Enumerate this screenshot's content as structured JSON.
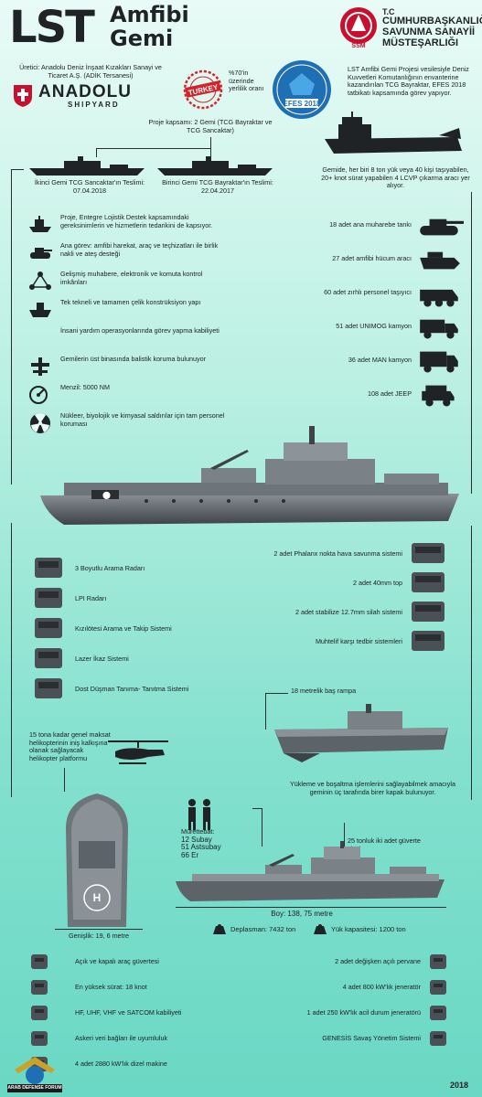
{
  "header": {
    "title_main": "LST",
    "title_line1": "Amfibi",
    "title_line2": "Gemi",
    "ssm_tc": "T.C",
    "ssm_line1": "CUMHURBAŞKANLIĞI",
    "ssm_line2": "SAVUNMA SANAYİİ",
    "ssm_line3": "MÜSTEŞARLIĞI",
    "ssm_logo_text": "SSM"
  },
  "intro": {
    "producer": "Üretici: Anadolu Deniz İnşaat Kızakları Sanayi ve Ticaret A.Ş. (ADİK Tersanesi)",
    "anadolu_logo": "ANADOLU",
    "anadolu_sub": "SHIPYARD",
    "turkey_stamp": "TURKEY",
    "local_share": "%70'in üzerinde yerlilik oranı",
    "efes_badge": "EFES 2018",
    "efes_text": "LST Amfibi Gemi Projesi vesilesiyle Deniz Kuvvetleri Komutanlığının envanterine kazandırılan TCG Bayraktar, EFES 2018 tatbikatı kapsamında görev yapıyor.",
    "project_scope": "Proje kapsamı: 2 Gemi (TCG Bayraktar ve TCG Sancaktar)",
    "second_ship": "İkinci Gemi TCG Sancaktar'ın Teslimi: 07.04.2018",
    "first_ship": "Birinci Gemi TCG Bayraktar'ın Teslimi: 22.04.2017",
    "landing_craft": "Gemide, her biri 8 ton yük veya 40 kişi taşıyabilen, 20+ knot sürat yapabilen 4 LCVP çıkarma aracı yer alıyor."
  },
  "features_left": [
    {
      "icon": "logistics-ship-icon",
      "text": "Proje, Entegre Lojistik Destek kapsamındaki gereksinimlerin ve hizmetlerin tedarikini de kapsıyor."
    },
    {
      "icon": "tank-icon",
      "text": "Ana görev: amfibi harekat, araç ve teçhizatları ile birlik nakli ve ateş desteği"
    },
    {
      "icon": "network-icon",
      "text": "Gelişmiş muhabere, elektronik ve komuta kontrol imkânları"
    },
    {
      "icon": "steel-hull-icon",
      "text": "Tek tekneli ve tamamen çelik konstrüksiyon yapı"
    },
    {
      "icon": "crescent-icon",
      "text": "İnsani yardım operasyonlarında görev yapma kabiliyeti"
    },
    {
      "icon": "armor-icon",
      "text": "Gemilerin üst binasında balistik koruma bulunuyor"
    },
    {
      "icon": "range-icon",
      "text": "Menzil: 5000 NM"
    },
    {
      "icon": "radiation-icon",
      "text": "Nükleer, biyolojik ve kimyasal saldırılar için tam personel koruması"
    }
  ],
  "vehicles_right": [
    {
      "icon": "main-battle-tank-icon",
      "text": "18 adet ana muharebe tankı"
    },
    {
      "icon": "amphibious-vehicle-icon",
      "text": "27 adet amfibi hücum aracı"
    },
    {
      "icon": "apc-icon",
      "text": "60 adet zırhlı personel taşıyıcı"
    },
    {
      "icon": "unimog-truck-icon",
      "text": "51 adet UNIMOG kamyon"
    },
    {
      "icon": "man-truck-icon",
      "text": "36 adet MAN kamyon"
    },
    {
      "icon": "jeep-icon",
      "text": "108 adet JEEP"
    }
  ],
  "sensors_left": [
    {
      "icon": "3d-radar-icon",
      "text": "3 Boyutlu Arama Radarı"
    },
    {
      "icon": "lpi-radar-icon",
      "text": "LPI Radarı"
    },
    {
      "icon": "infrared-tracker-icon",
      "text": "Kızılötesi Arama ve Takip Sistemi"
    },
    {
      "icon": "laser-warning-icon",
      "text": "Lazer İkaz Sistemi"
    },
    {
      "icon": "iff-icon",
      "text": "Dost Düşman Tanıma- Tanıtma Sistemi"
    }
  ],
  "weapons_right": [
    {
      "icon": "phalanx-icon",
      "text": "2 adet Phalanx nokta hava savunma sistemi"
    },
    {
      "icon": "40mm-gun-icon",
      "text": "2 adet 40mm top"
    },
    {
      "icon": "stabilized-gun-icon",
      "text": "2 adet stabilize 12.7mm silah sistemi"
    },
    {
      "icon": "countermeasure-icon",
      "text": "Muhtelif karşı tedbir sistemleri"
    }
  ],
  "specs": {
    "ramp": "18 metrelik baş rampa",
    "helicopter": "15 tona kadar genel maksat helikopterinin iniş kalkışına olanak sağlayacak helikopter platformu",
    "loading": "Yükleme ve boşaltma işlemlerini sağlayabilmek amacıyla geminin üç tarafında birer kapak bulunuyor.",
    "crew_title": "Mürettebat:",
    "crew_officers": "12 Subay",
    "crew_nco": "51 Astsubay",
    "crew_enlisted": "66 Er",
    "crane": "25 tonluk iki adet güverte vinci",
    "width": "Genişlik: 19, 6 metre",
    "length": "Boy: 138, 75 metre",
    "displacement": "Deplasman: 7432 ton",
    "payload": "Yük kapasitesi: 1200 ton"
  },
  "bottom_left": [
    {
      "icon": "vehicle-deck-icon",
      "text": "Açık ve kapalı araç güvertesi"
    },
    {
      "icon": "speedometer-icon",
      "text": "En yüksek sürat: 18 knot"
    },
    {
      "icon": "satcom-icon",
      "text": "HF, UHF, VHF ve SATCOM kabiliyeti"
    },
    {
      "icon": "data-link-icon",
      "text": "Askeri veri bağları ile uyumluluk"
    },
    {
      "icon": "diesel-engine-icon",
      "text": "4 adet 2880 kW'lık dizel makine"
    }
  ],
  "bottom_right": [
    {
      "icon": "propeller-icon",
      "text": "2 adet değişken açılı pervane"
    },
    {
      "icon": "generator-icon",
      "text": "4 adet 800 kW'lık jeneratör"
    },
    {
      "icon": "emergency-generator-icon",
      "text": "1 adet 250 kW'lık acil durum jeneratörü"
    },
    {
      "icon": "combat-system-icon",
      "text": "GENESİS Savaş Yönetim Sistemi"
    }
  ],
  "footer": {
    "watermark": "ARAB DEFENSE FORUM",
    "year": "2018"
  },
  "colors": {
    "dark": "#1f2326",
    "bg_top": "#e9fbf6",
    "bg_bottom": "#6ad8c4",
    "ssm_red": "#c8102e",
    "turkey_red": "#d3242b",
    "efes_blue": "#1f6fb5"
  }
}
